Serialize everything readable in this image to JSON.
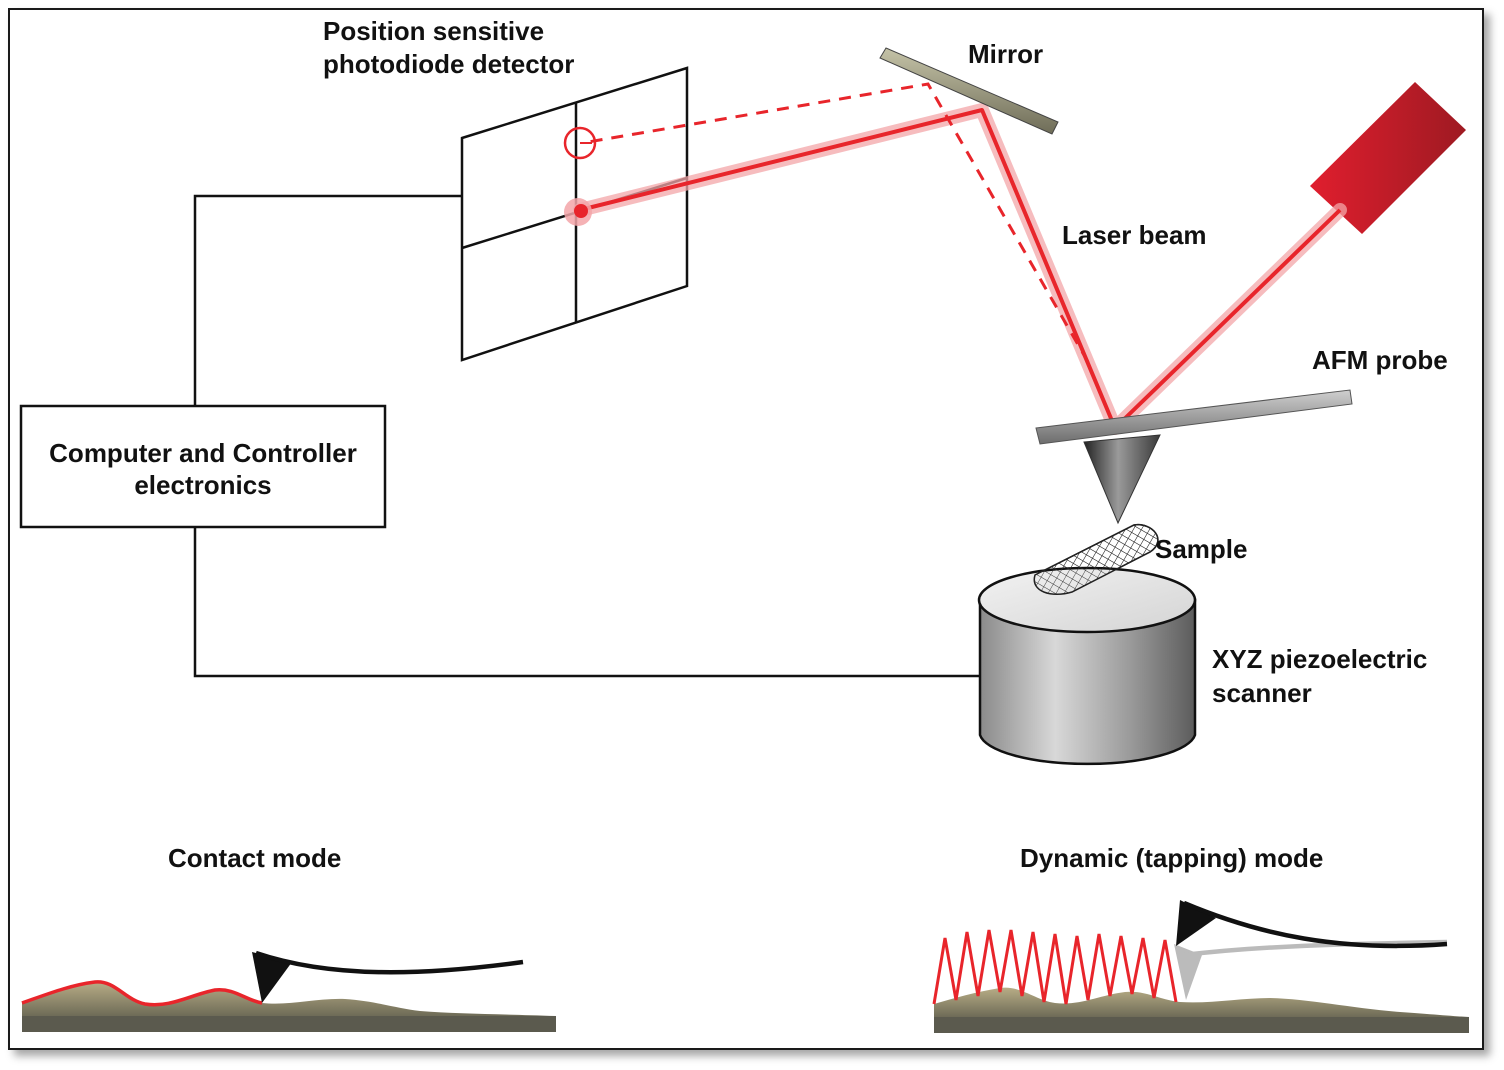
{
  "labels": {
    "detector_line1": "Position sensitive",
    "detector_line2": "photodiode detector",
    "mirror": "Mirror",
    "laser_beam": "Laser beam",
    "afm_probe": "AFM probe",
    "sample": "Sample",
    "scanner_line1": "XYZ piezoelectric",
    "scanner_line2": "scanner",
    "controller_line1": "Computer and Controller",
    "controller_line2": "electronics",
    "contact_mode": "Contact mode",
    "tapping_mode": "Dynamic (tapping) mode"
  },
  "colors": {
    "laser": "#e8252b",
    "laser_glow": "#f3a5a8",
    "laser_source": "#c8102e",
    "substrate": "#5b5a4e",
    "surface_fill": "#a39a7a",
    "outline": "#111111"
  }
}
